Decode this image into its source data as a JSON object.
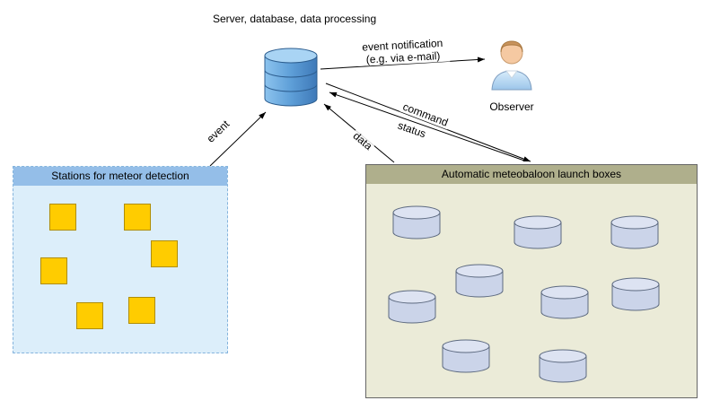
{
  "diagram": {
    "server_label": "Server, database, data processing",
    "observer_label": "Observer",
    "stations_box": {
      "title": "Stations for meteor detection",
      "unit_count": 6
    },
    "launch_box": {
      "title": "Automatic meteobaloon launch boxes",
      "unit_count": 9
    },
    "edges": {
      "event": "event",
      "notification_line1": "event notification",
      "notification_line2": "(e.g. via e-mail)",
      "command": "command",
      "status": "status",
      "data": "data"
    },
    "colors": {
      "stations_header": "#94BEE8",
      "stations_body": "#DCEEFA",
      "station_unit_fill": "#FFCC00",
      "station_unit_border": "#B08D00",
      "launch_header": "#AFAF8C",
      "launch_body": "#EBEBD8",
      "cylinder_fill": "#CBD4E9",
      "cylinder_top_fill": "#DDE3F2",
      "database_fill": "#5E9FD8"
    }
  }
}
